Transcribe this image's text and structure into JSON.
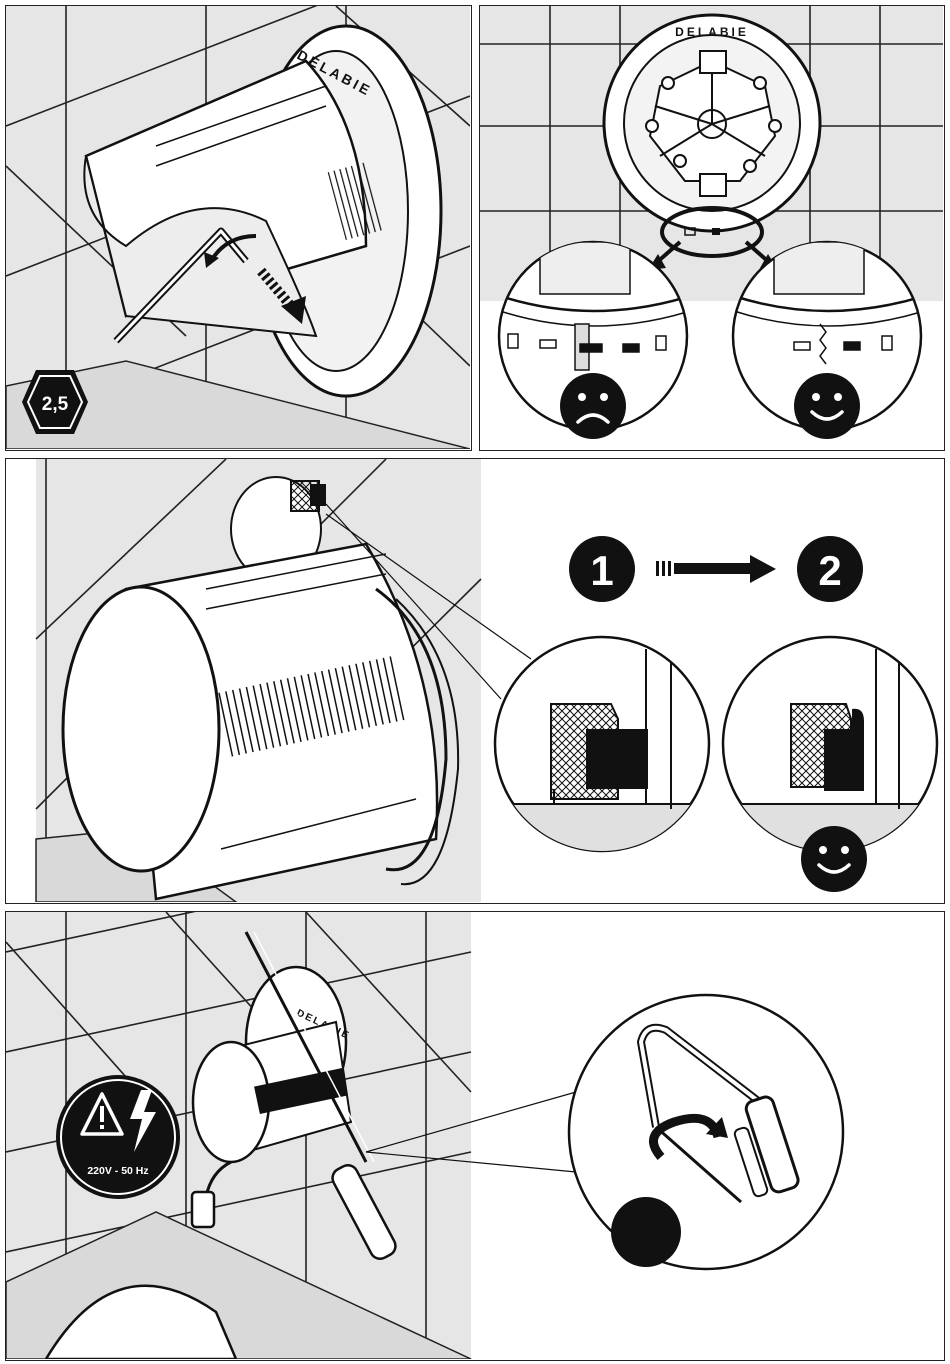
{
  "panel1": {
    "tool_badge": "2,5",
    "brand": "DELABIE"
  },
  "panel2": {
    "brand": "DELABIE",
    "incorrect_face": "sad",
    "correct_face": "happy"
  },
  "panel3": {
    "step_from": "1",
    "step_to": "2",
    "correct_face": "happy"
  },
  "panel4": {
    "brand": "DELABIE",
    "warning_voltage": "220V - 50 Hz"
  },
  "colors": {
    "ink": "#111111",
    "tile_bg": "#e6e6e6",
    "tile_line": "#222222",
    "white": "#ffffff"
  },
  "icons": [
    "hex-key-icon",
    "electric-warning-icon",
    "sad-face-icon",
    "happy-face-icon",
    "hacksaw-icon",
    "rotation-arrow-icon"
  ]
}
